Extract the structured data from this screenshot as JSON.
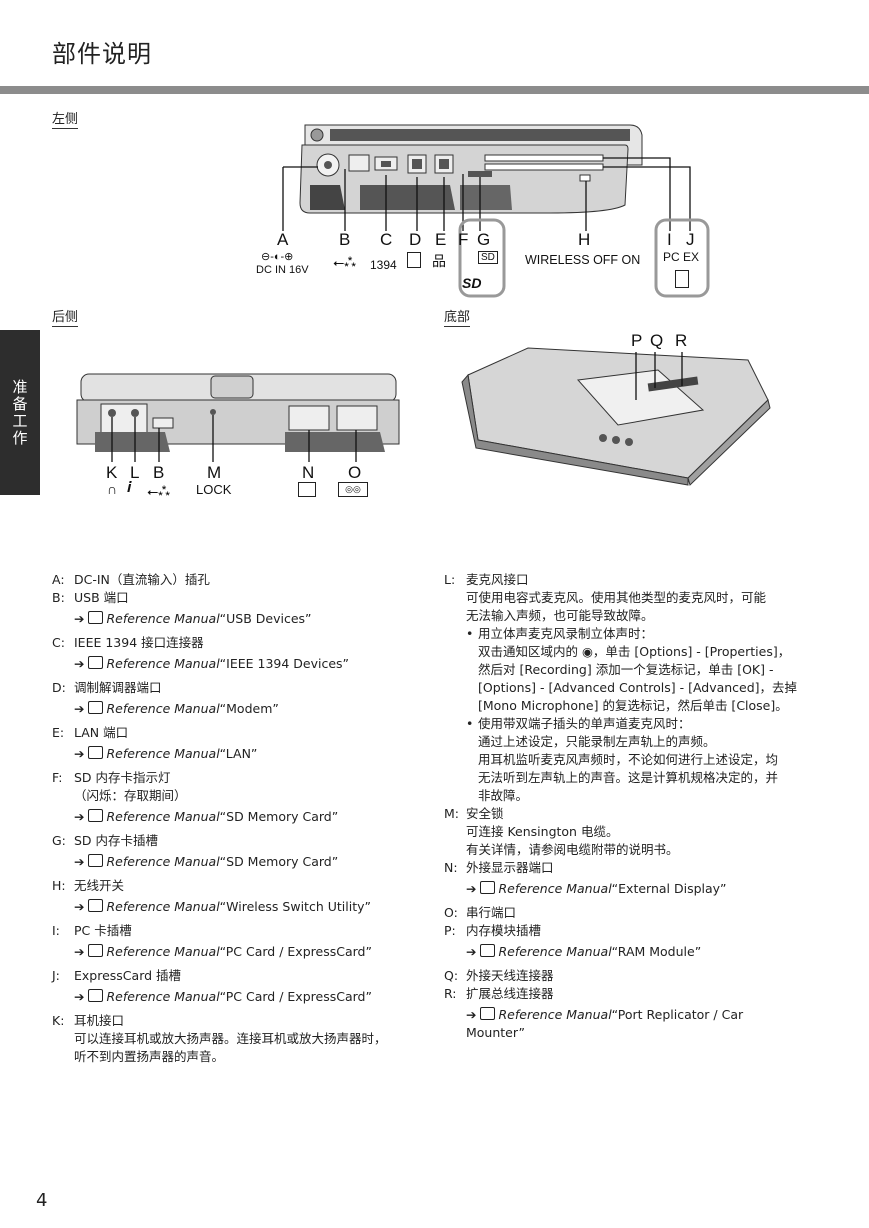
{
  "header": {
    "title": "部件说明"
  },
  "side_tab": "准备工作",
  "page_number": "4",
  "sections": {
    "left": "左侧",
    "rear": "后侧",
    "bottom": "底部"
  },
  "left_labels": {
    "A": "A",
    "B": "B",
    "C": "C",
    "D": "D",
    "E": "E",
    "F": "F",
    "G": "G",
    "H": "H",
    "I": "I",
    "J": "J",
    "dc_in": "DC IN 16V",
    "ieee": "1394",
    "sd": "SD",
    "wireless": "WIRELESS OFF  ON",
    "pc_ex": "PC EX"
  },
  "rear_labels": {
    "K": "K",
    "L": "L",
    "B": "B",
    "M": "M",
    "N": "N",
    "O": "O",
    "lock": "LOCK"
  },
  "bottom_labels": {
    "P": "P",
    "Q": "Q",
    "R": "R"
  },
  "ref_manual": "Reference Manual",
  "left_col": [
    {
      "key": "A:",
      "text": "DC-IN（直流输入）插孔"
    },
    {
      "key": "B:",
      "text": "USB 端口",
      "ref": "“USB Devices”"
    },
    {
      "key": "C:",
      "text": "IEEE 1394 接口连接器",
      "ref": "“IEEE 1394 Devices”"
    },
    {
      "key": "D:",
      "text": "调制解调器端口",
      "ref": "“Modem”"
    },
    {
      "key": "E:",
      "text": "LAN 端口",
      "ref": "“LAN”"
    },
    {
      "key": "F:",
      "text": "SD 内存卡指示灯",
      "note": "（闪烁：存取期间）",
      "ref": "“SD Memory Card”"
    },
    {
      "key": "G:",
      "text": "SD 内存卡插槽",
      "ref": "“SD Memory Card”"
    },
    {
      "key": "H:",
      "text": "无线开关",
      "ref": "“Wireless Switch Utility”"
    },
    {
      "key": "I:",
      "text": "PC 卡插槽",
      "ref": "“PC Card / ExpressCard”"
    },
    {
      "key": "J:",
      "text": "ExpressCard 插槽",
      "ref": "“PC Card / ExpressCard”"
    },
    {
      "key": "K:",
      "text": "耳机接口"
    }
  ],
  "k_desc": [
    "可以连接耳机或放大扬声器。连接耳机或放大扬声器时，",
    "听不到内置扬声器的声音。"
  ],
  "l_item": {
    "key": "L:",
    "text": "麦克风接口",
    "desc": [
      "可使用电容式麦克风。使用其他类型的麦克风时，可能",
      "无法输入声频，也可能导致故障。"
    ],
    "bullet1": "用立体声麦克风录制立体声时：",
    "bullet1_lines": [
      "双击通知区域内的 ◉，单击 [Options] - [Properties]，",
      "然后对 [Recording] 添加一个复选标记，单击 [OK] -",
      "[Options] - [Advanced Controls] - [Advanced]，去掉",
      "[Mono Microphone] 的复选标记，然后单击 [Close]。"
    ],
    "bullet2": "使用带双端子插头的单声道麦克风时：",
    "bullet2_lines": [
      "通过上述设定，只能录制左声轨上的声频。",
      "用耳机监听麦克风声频时，不论如何进行上述设定，均",
      "无法听到左声轨上的声音。这是计算机规格决定的，并",
      "非故障。"
    ]
  },
  "m_item": {
    "key": "M:",
    "text": "安全锁",
    "desc": [
      "可连接 Kensington 电缆。",
      "有关详情，请参阅电缆附带的说明书。"
    ]
  },
  "right_rest": [
    {
      "key": "N:",
      "text": "外接显示器端口",
      "ref": "“External Display”"
    },
    {
      "key": "O:",
      "text": "串行端口"
    },
    {
      "key": "P:",
      "text": "内存模块插槽",
      "ref": "“RAM Module”"
    },
    {
      "key": "Q:",
      "text": "外接天线连接器"
    },
    {
      "key": "R:",
      "text": "扩展总线连接器",
      "ref": "“Port Replicator / Car",
      "ref2": "Mounter”"
    }
  ]
}
